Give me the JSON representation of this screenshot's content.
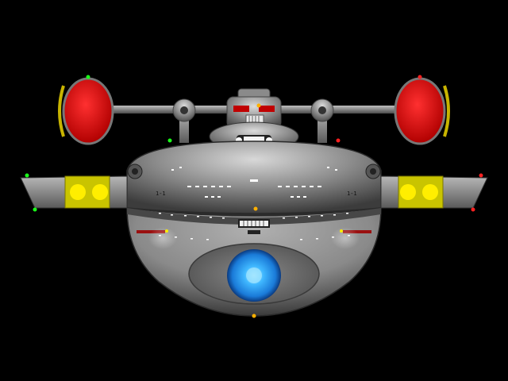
{
  "scene": {
    "subject": "starship-front-view",
    "background_color": "#000000",
    "colors": {
      "hull": "#8c8c8c",
      "hull_dark": "#3a3a3a",
      "nacelle_cap": "#e00000",
      "nacelle_ring": "#c8b400",
      "pylon_light": "#ffee00",
      "pylon_panel": "#c9c400",
      "deflector": "#1ea0ff",
      "nav_green": "#1aff1a",
      "nav_red": "#ff2020",
      "window_light": "#ffffff",
      "amber": "#ffb000"
    },
    "hull_markings": [
      "1-1",
      "1-1"
    ]
  }
}
